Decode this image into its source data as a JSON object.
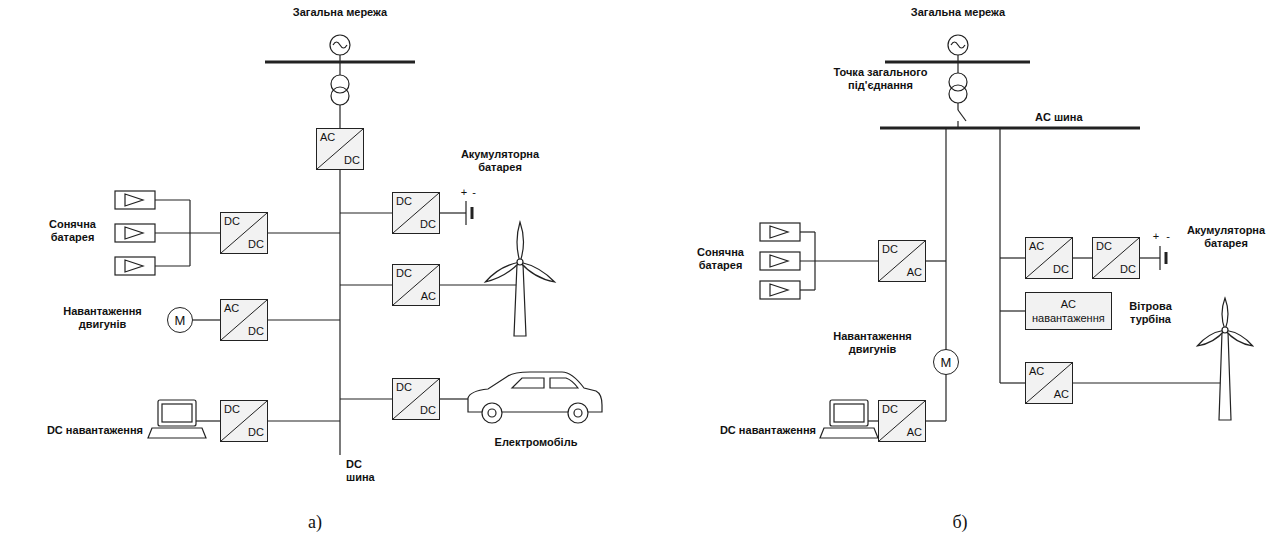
{
  "diagram": {
    "nodes": [
      {
        "text": [
          "AC",
          "DC"
        ]
      },
      {
        "text": [
          "DC",
          "DC"
        ]
      },
      {
        "text": [
          "DC",
          "DC"
        ]
      },
      {
        "text": [
          "M"
        ]
      },
      {
        "text": [
          "AC",
          "DC"
        ]
      },
      {
        "text": [
          "DC",
          "AC"
        ]
      },
      {
        "text": [
          "DC",
          "DC"
        ]
      },
      {
        "text": [
          "DC",
          "DC"
        ]
      },
      {
        "text": [
          "DC",
          "AC"
        ]
      },
      {
        "text": [
          "AC",
          "DC"
        ]
      },
      {
        "text": [
          "DC",
          "DC"
        ]
      },
      {
        "text": [
          "AC навантаження"
        ]
      },
      {
        "text": [
          "M"
        ]
      },
      {
        "text": [
          "AC",
          "AC"
        ]
      },
      {
        "text": [
          "DC",
          "AC"
        ]
      }
    ],
    "edges": [
      {
        "from": 3,
        "to": 4,
        "arrow": "none"
      },
      {
        "from": 9,
        "to": 10,
        "arrow": "none"
      }
    ],
    "labels": [
      "Загальна мережа",
      "Сонячна батарея",
      "Акумуляторна батарея",
      "+",
      "-",
      "Навантаження двигунів",
      "DC навантаження",
      "DC шина",
      "Електромобіль",
      "а)",
      "Загальна мережа",
      "Точка загального під'єднання",
      "AC шина",
      "Сонячна батарея",
      "Акумуляторна батарея",
      "+",
      "-",
      "Навантаження двигунів",
      "Вітрова турбіна",
      "DC навантаження",
      "б)"
    ]
  }
}
